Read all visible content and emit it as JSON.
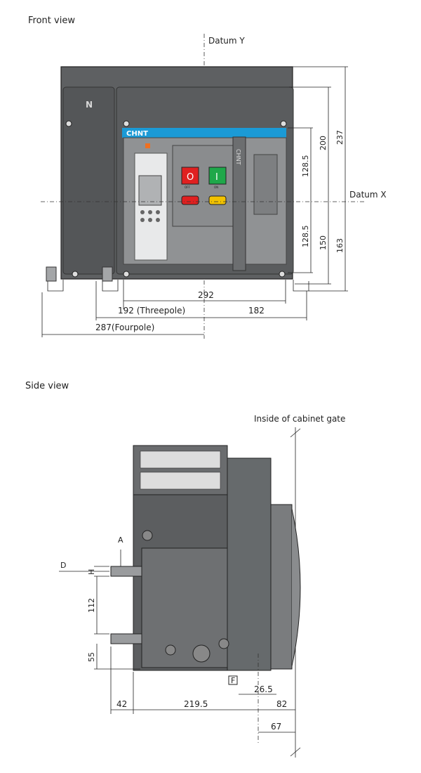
{
  "front": {
    "title": "Front view",
    "datum_y": "Datum Y",
    "datum_x": "Datum X",
    "pole_label": "N",
    "brand": "CHNT",
    "brand_vertical": "CHNT",
    "off_symbol": "O",
    "on_symbol": "I",
    "off_text": "OFF",
    "on_text": "ON",
    "dims": {
      "d292": "292",
      "d192": "192 (Threepole)",
      "d182": "182",
      "d287": "287(Fourpole)",
      "d200": "200",
      "d237": "237",
      "d128a": "128.5",
      "d128b": "128.5",
      "d150": "150",
      "d163": "163"
    }
  },
  "side": {
    "title": "Side view",
    "cabinet_gate": "Inside of cabinet gate",
    "label_a": "A",
    "label_d": "D",
    "label_h": "H",
    "label_f": "F",
    "dims": {
      "d112": "112",
      "d55": "55",
      "d42": "42",
      "d219": "219.5",
      "d26": "26.5",
      "d82": "82",
      "d67": "67"
    }
  },
  "colors": {
    "body": "#5e6062",
    "body_dark": "#4a4c4e",
    "panel": "#9a9c9e",
    "accent_blue": "#1b9ad6",
    "off_red": "#e02020",
    "on_green": "#1fa84a",
    "yellow": "#f2c200"
  }
}
